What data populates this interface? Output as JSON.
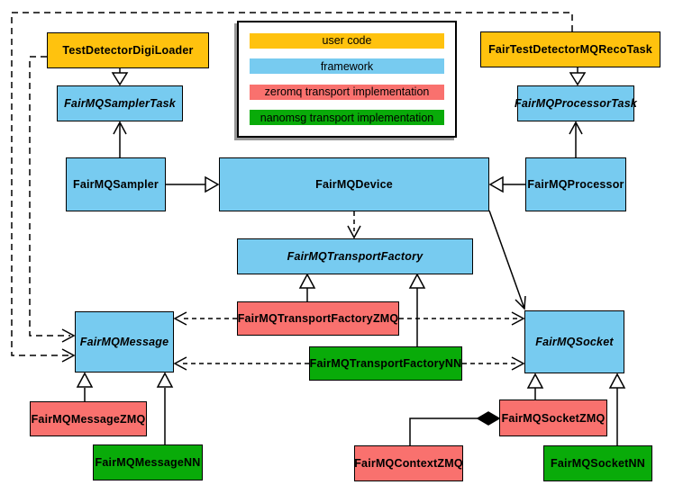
{
  "diagram": {
    "description": "FairMQ class diagram",
    "colors": {
      "user_code": "#FFC20E",
      "framework": "#77CBF0",
      "zeromq": "#F9716E",
      "nanomsg": "#09AB09",
      "line": "#000000",
      "background": "#FFFFFF"
    },
    "legend": {
      "items": [
        {
          "label": "user code",
          "color": "#FFC20E"
        },
        {
          "label": "framework",
          "color": "#77CBF0"
        },
        {
          "label": "zeromq transport implementation",
          "color": "#F9716E"
        },
        {
          "label": "nanomsg transport implementation",
          "color": "#09AB09"
        }
      ]
    },
    "nodes": {
      "test_detector_digi_loader": {
        "label": "TestDetectorDigiLoader",
        "category": "user code",
        "abstract": false
      },
      "fair_test_detector_mq_reco_task": {
        "label": "FairTestDetectorMQRecoTask",
        "category": "user code",
        "abstract": false
      },
      "fairmq_sampler_task": {
        "label": "FairMQSamplerTask",
        "category": "framework",
        "abstract": true
      },
      "fairmq_processor_task": {
        "label": "FairMQProcessorTask",
        "category": "framework",
        "abstract": true
      },
      "fairmq_sampler": {
        "label": "FairMQSampler",
        "category": "framework",
        "abstract": false
      },
      "fairmq_device": {
        "label": "FairMQDevice",
        "category": "framework",
        "abstract": false
      },
      "fairmq_processor": {
        "label": "FairMQProcessor",
        "category": "framework",
        "abstract": false
      },
      "fairmq_transport_factory": {
        "label": "FairMQTransportFactory",
        "category": "framework",
        "abstract": true
      },
      "fairmq_transport_factory_zmq": {
        "label": "FairMQTransportFactoryZMQ",
        "category": "zeromq",
        "abstract": false
      },
      "fairmq_transport_factory_nn": {
        "label": "FairMQTransportFactoryNN",
        "category": "nanomsg",
        "abstract": false
      },
      "fairmq_message": {
        "label": "FairMQMessage",
        "category": "framework",
        "abstract": true
      },
      "fairmq_socket": {
        "label": "FairMQSocket",
        "category": "framework",
        "abstract": true
      },
      "fairmq_message_zmq": {
        "label": "FairMQMessageZMQ",
        "category": "zeromq",
        "abstract": false
      },
      "fairmq_message_nn": {
        "label": "FairMQMessageNN",
        "category": "nanomsg",
        "abstract": false
      },
      "fairmq_socket_zmq": {
        "label": "FairMQSocketZMQ",
        "category": "zeromq",
        "abstract": false
      },
      "fairmq_socket_nn": {
        "label": "FairMQSocketNN",
        "category": "nanomsg",
        "abstract": false
      },
      "fairmq_context_zmq": {
        "label": "FairMQContextZMQ",
        "category": "zeromq",
        "abstract": false
      }
    },
    "edges": [
      {
        "from": "TestDetectorDigiLoader",
        "to": "FairMQSamplerTask",
        "type": "generalization-hollow-triangle"
      },
      {
        "from": "FairTestDetectorMQRecoTask",
        "to": "FairMQProcessorTask",
        "type": "generalization-hollow-triangle"
      },
      {
        "from": "FairMQSampler",
        "to": "FairMQSamplerTask",
        "type": "association-open-arrow"
      },
      {
        "from": "FairMQProcessor",
        "to": "FairMQProcessorTask",
        "type": "association-open-arrow"
      },
      {
        "from": "FairMQSampler",
        "to": "FairMQDevice",
        "type": "generalization-hollow-triangle"
      },
      {
        "from": "FairMQProcessor",
        "to": "FairMQDevice",
        "type": "generalization-hollow-triangle"
      },
      {
        "from": "FairMQDevice",
        "to": "FairMQTransportFactory",
        "type": "dependency-dashed-open-arrow"
      },
      {
        "from": "FairMQDevice",
        "to": "FairMQSocket",
        "type": "association-open-arrow"
      },
      {
        "from": "FairMQTransportFactoryZMQ",
        "to": "FairMQTransportFactory",
        "type": "generalization-hollow-triangle"
      },
      {
        "from": "FairMQTransportFactoryNN",
        "to": "FairMQTransportFactory",
        "type": "generalization-hollow-triangle"
      },
      {
        "from": "FairMQTransportFactoryZMQ",
        "to": "FairMQMessage",
        "type": "dependency-dashed-open-arrow"
      },
      {
        "from": "FairMQTransportFactoryZMQ",
        "to": "FairMQSocket",
        "type": "dependency-dashed-open-arrow"
      },
      {
        "from": "FairMQTransportFactoryNN",
        "to": "FairMQMessage",
        "type": "dependency-dashed-open-arrow"
      },
      {
        "from": "FairMQTransportFactoryNN",
        "to": "FairMQSocket",
        "type": "dependency-dashed-open-arrow"
      },
      {
        "from": "TestDetectorDigiLoader",
        "to": "FairMQMessage",
        "type": "dependency-dashed-open-arrow"
      },
      {
        "from": "FairTestDetectorMQRecoTask",
        "to": "FairMQMessage",
        "type": "dependency-dashed-open-arrow"
      },
      {
        "from": "FairMQMessageZMQ",
        "to": "FairMQMessage",
        "type": "generalization-hollow-triangle"
      },
      {
        "from": "FairMQMessageNN",
        "to": "FairMQMessage",
        "type": "generalization-hollow-triangle"
      },
      {
        "from": "FairMQSocketZMQ",
        "to": "FairMQSocket",
        "type": "generalization-hollow-triangle"
      },
      {
        "from": "FairMQSocketNN",
        "to": "FairMQSocket",
        "type": "generalization-hollow-triangle"
      },
      {
        "from": "FairMQContextZMQ",
        "to": "FairMQSocketZMQ",
        "type": "composition-filled-diamond"
      }
    ]
  }
}
